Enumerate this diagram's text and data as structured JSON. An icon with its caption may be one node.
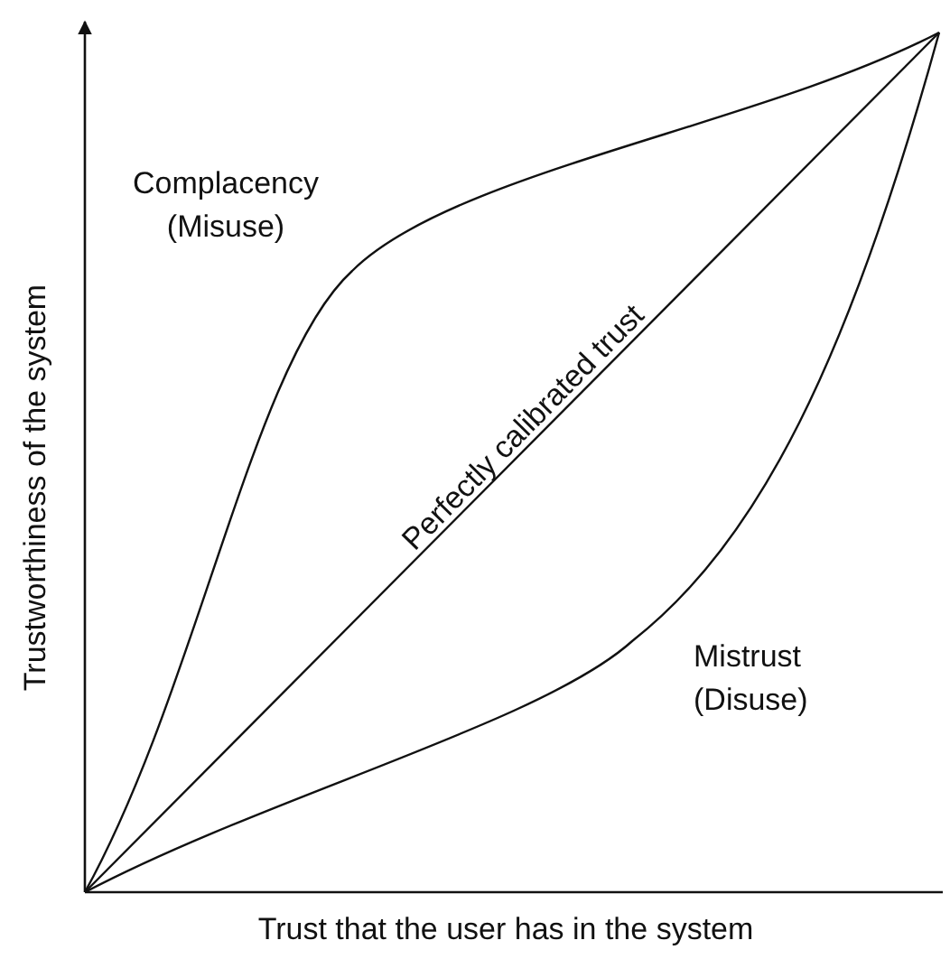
{
  "diagram": {
    "labels": [
      "Complacency (Misuse)",
      "Perfectly calibrated trust",
      "Mistrust (Disuse)",
      "Trustworthiness of the system",
      "Trust that the user has in the system"
    ]
  }
}
